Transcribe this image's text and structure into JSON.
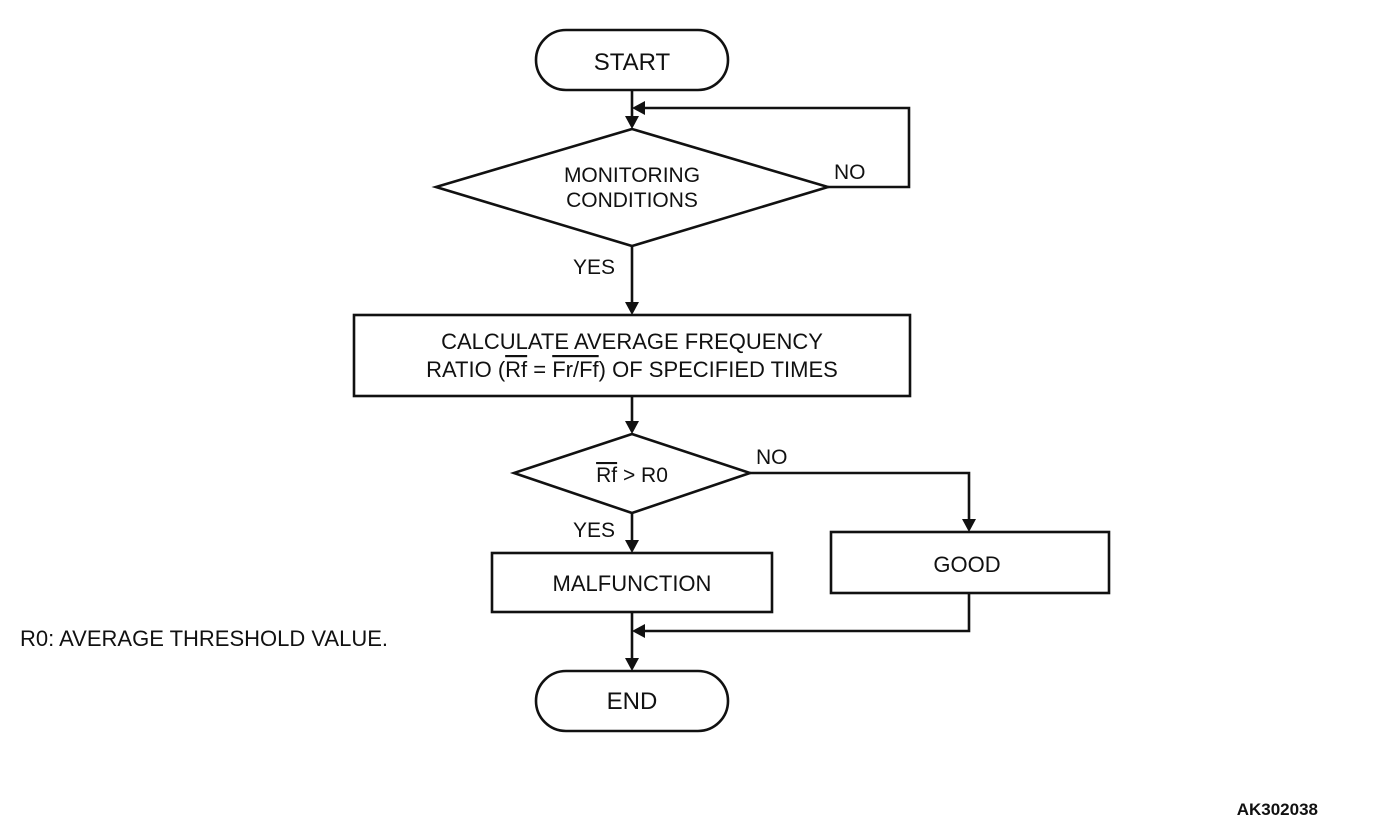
{
  "flowchart": {
    "start": "START",
    "monitoring": {
      "line1": "MONITORING",
      "line2": "CONDITIONS"
    },
    "monitoring_yes": "YES",
    "monitoring_no": "NO",
    "calculate": {
      "line1": "CALCULATE AVERAGE FREQUENCY",
      "line2_prefix": "RATIO (",
      "line2_rf": "Rf",
      "line2_eq": " = ",
      "line2_frff": "Fr/Ff",
      "line2_suffix": ") OF SPECIFIED TIMES"
    },
    "decision": {
      "rf": "Rf",
      "rest": " > R0"
    },
    "decision_yes": "YES",
    "decision_no": "NO",
    "malfunction": "MALFUNCTION",
    "good": "GOOD",
    "end": "END"
  },
  "note": "R0: AVERAGE THRESHOLD VALUE.",
  "figure_id": "AK302038"
}
